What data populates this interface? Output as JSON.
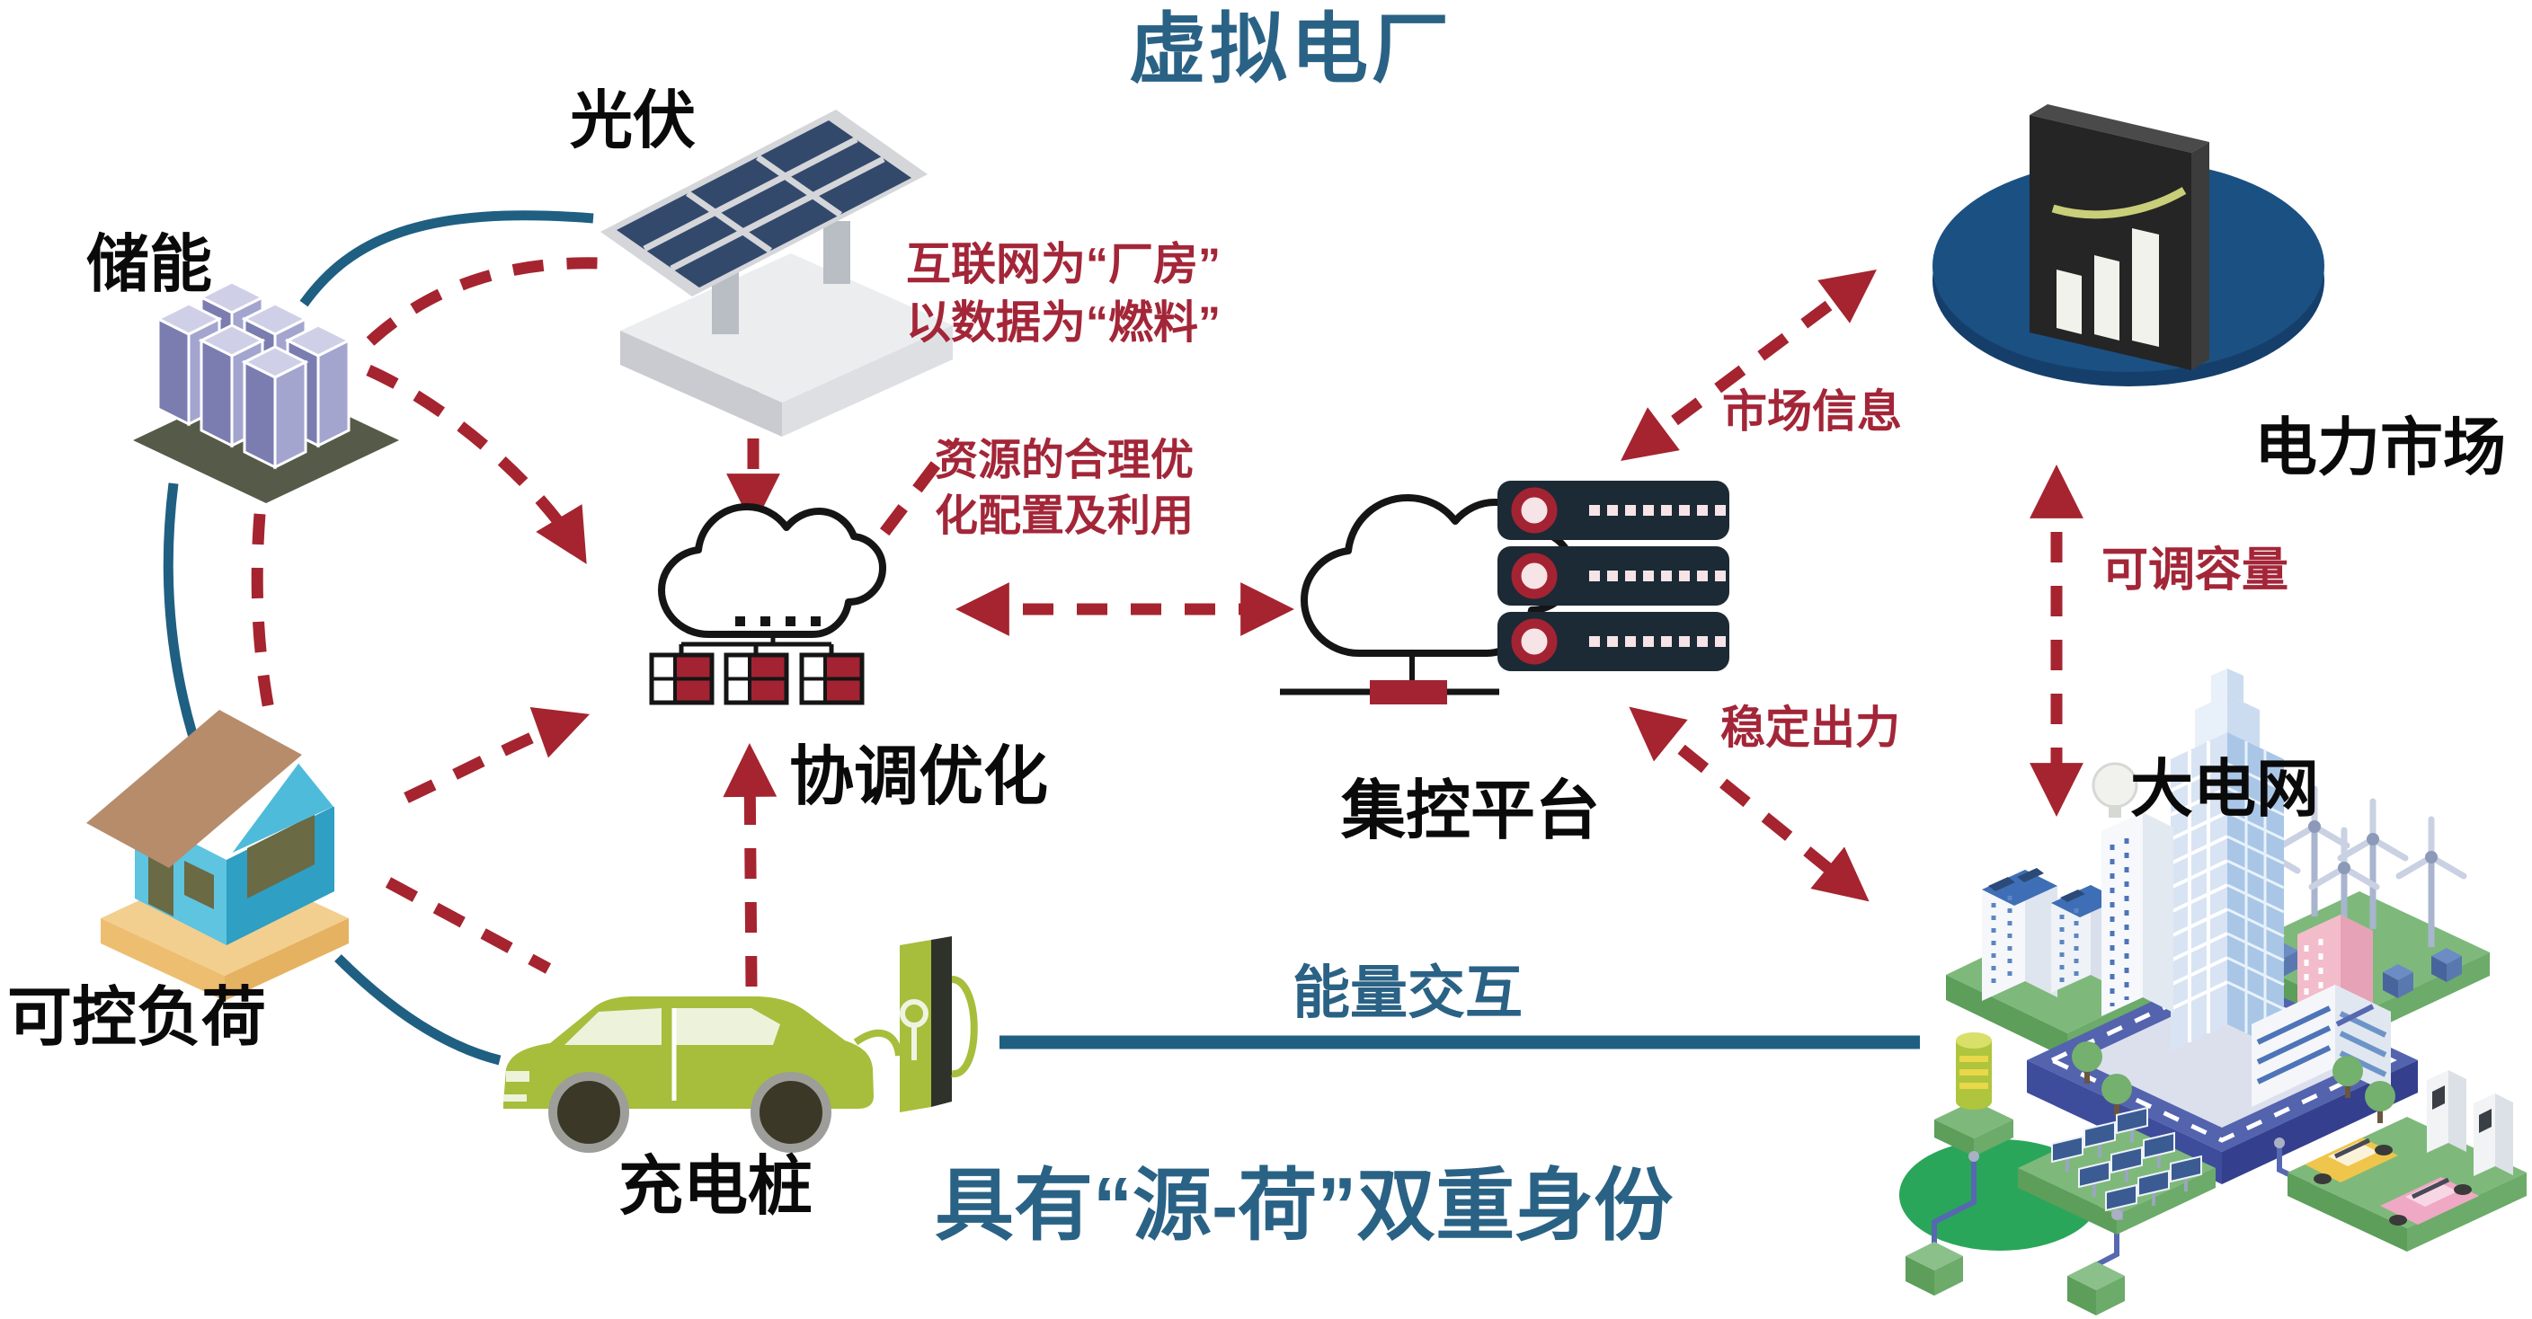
{
  "title": "虚拟电厂",
  "nodes": {
    "pv": {
      "label": "光伏"
    },
    "storage": {
      "label": "储能"
    },
    "load": {
      "label": "可控负荷"
    },
    "charger": {
      "label": "充电桩"
    },
    "coordination": {
      "label": "协调优化"
    },
    "platform": {
      "label": "集控平台"
    },
    "market": {
      "label": "电力市场"
    },
    "grid": {
      "label": "大电网"
    }
  },
  "annotations": {
    "internet": {
      "line1": "互联网为“厂房”",
      "line2": "以数据为“燃料”"
    },
    "resource": {
      "line1": "资源的合理优",
      "line2": "化配置及利用"
    },
    "market_info": "市场信息",
    "adjustable_capacity": "可调容量",
    "stable_output": "稳定出力",
    "energy_exchange": "能量交互",
    "dual_identity": "具有“源-荷”双重身份"
  },
  "colors": {
    "accent_blue": "#2A6285",
    "annotation_red": "#A32638",
    "arrow_red": "#A5242F",
    "link_blue": "#1F5F82"
  }
}
